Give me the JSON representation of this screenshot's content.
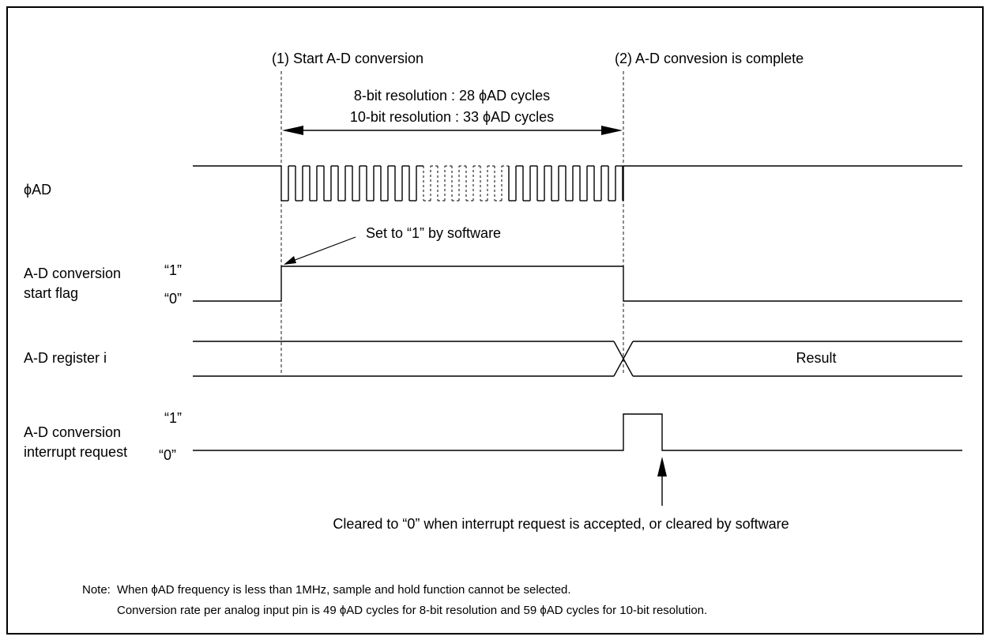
{
  "markers": {
    "start": "(1) Start A-D conversion",
    "complete": "(2) A-D convesion is complete"
  },
  "resolution": {
    "line1": "8-bit resolution : 28 ϕAD cycles",
    "line2": "10-bit resolution : 33 ϕAD cycles"
  },
  "signals": {
    "phi_ad": "ϕAD",
    "start_flag_line1": "A-D conversion",
    "start_flag_line2": "start flag",
    "register": "A-D register i",
    "irq_line1": "A-D conversion",
    "irq_line2": "interrupt request",
    "level_high": "“1”",
    "level_low": "“0”"
  },
  "annotations": {
    "set_by_software": "Set to “1” by software",
    "result": "Result",
    "cleared": "Cleared to “0” when interrupt request is accepted, or cleared by software"
  },
  "note": {
    "label": "Note:",
    "line1": "When ϕAD frequency is less than 1MHz, sample and hold function cannot be selected.",
    "line2": "Conversion rate per analog input pin is 49 ϕAD cycles for 8-bit resolution and 59 ϕAD cycles for 10-bit resolution."
  }
}
